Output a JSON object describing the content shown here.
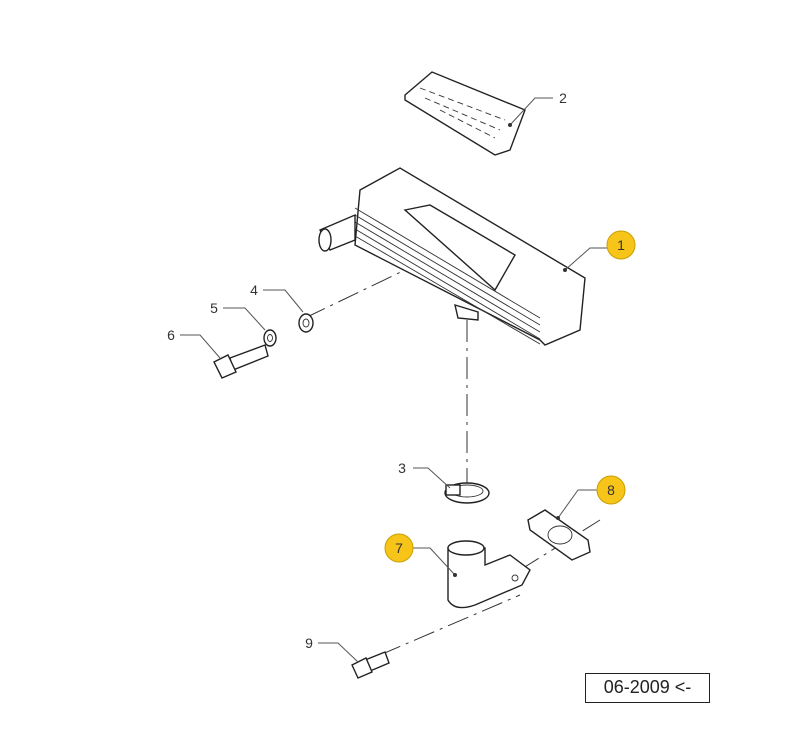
{
  "diagram": {
    "callouts": [
      {
        "number": "1",
        "highlighted": true
      },
      {
        "number": "2",
        "highlighted": false
      },
      {
        "number": "3",
        "highlighted": false
      },
      {
        "number": "4",
        "highlighted": false
      },
      {
        "number": "5",
        "highlighted": false
      },
      {
        "number": "6",
        "highlighted": false
      },
      {
        "number": "7",
        "highlighted": true
      },
      {
        "number": "8",
        "highlighted": true
      },
      {
        "number": "9",
        "highlighted": false
      }
    ],
    "highlight_color": "#F7C41A",
    "date_code": "06-2009 <-"
  }
}
